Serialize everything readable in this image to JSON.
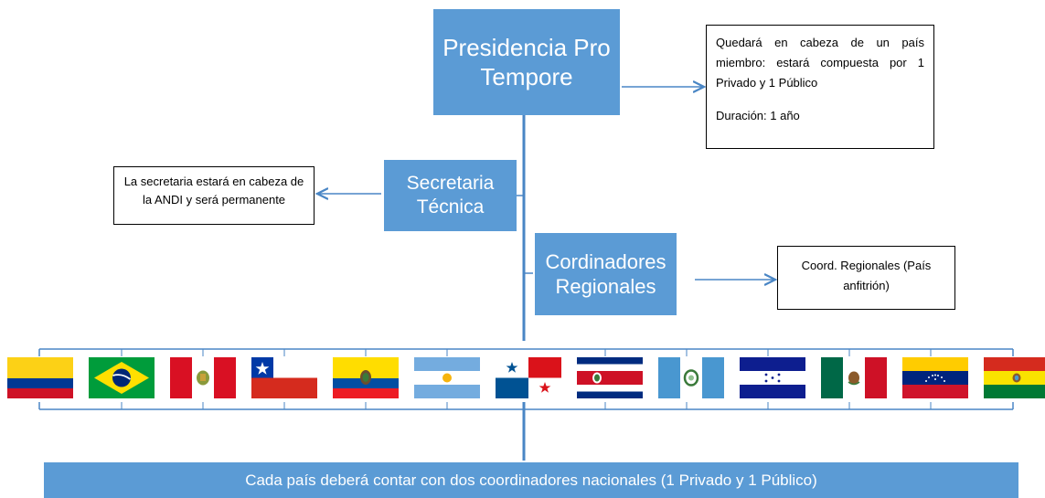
{
  "diagram": {
    "presidency": {
      "line1": "Presidencia Pro",
      "line2": "Tempore"
    },
    "presidency_note": {
      "text1": "Quedará en cabeza de un país miembro: estará compuesta por 1 Privado y 1 Público",
      "text2": "Duración: 1 año"
    },
    "secretariat": {
      "line1": "Secretaria",
      "line2": "Técnica"
    },
    "secretariat_note": {
      "text": "La secretaria estará en cabeza de la ANDI y será permanente"
    },
    "coordinators": {
      "line1": "Cordinadores",
      "line2": "Regionales"
    },
    "coordinators_note": {
      "line1": "Coord. Regionales (País",
      "line2": "anfitrión)"
    },
    "bottom_banner": {
      "text": "Cada país deberá contar con dos coordinadores nacionales (1 Privado y 1 Público)"
    },
    "flags": [
      "colombia-flag",
      "brazil-flag",
      "peru-flag",
      "chile-flag",
      "ecuador-flag",
      "argentina-flag",
      "panama-flag",
      "costa-rica-flag",
      "guatemala-flag",
      "honduras-flag",
      "mexico-flag",
      "venezuela-flag",
      "bolivia-flag"
    ]
  },
  "colors": {
    "box_blue": "#5b9bd5",
    "line_blue": "#4a86c5"
  }
}
